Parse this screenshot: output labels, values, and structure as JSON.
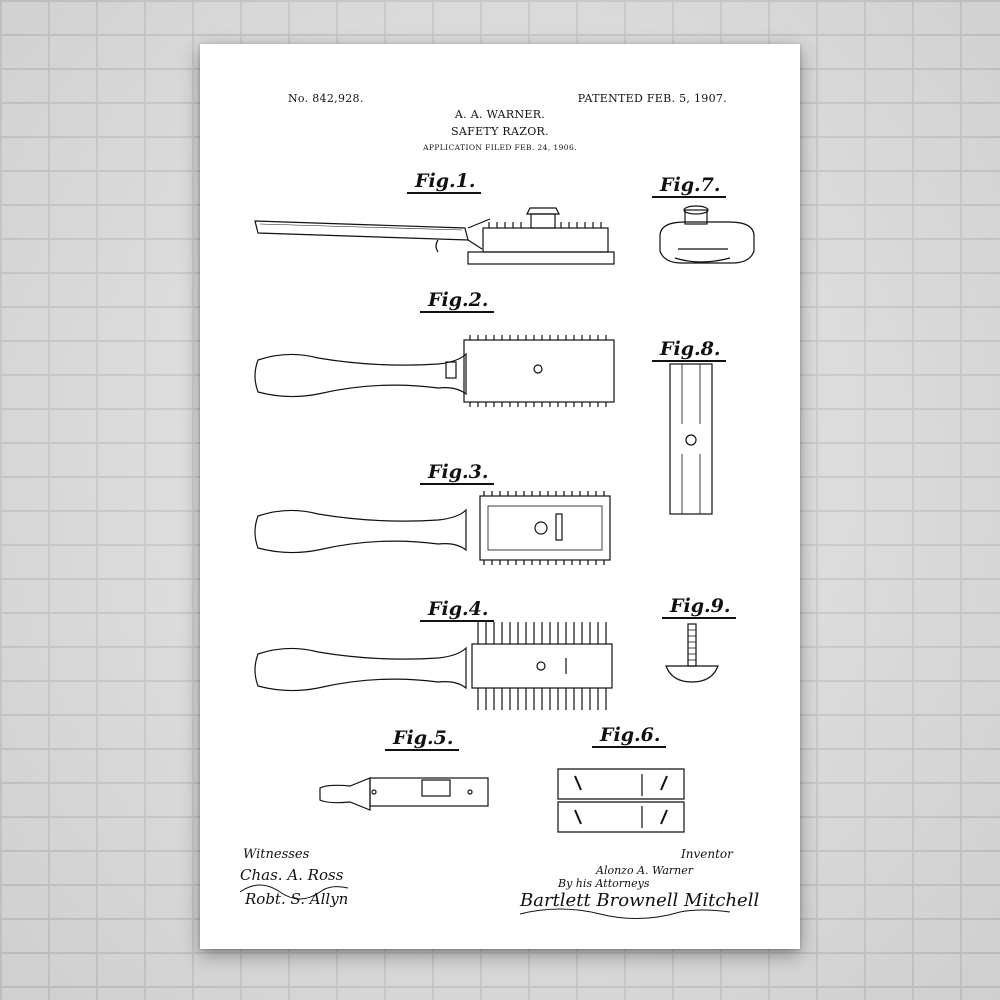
{
  "patent": {
    "number": "No. 842,928.",
    "patented": "PATENTED FEB. 5, 1907.",
    "inventor_header": "A. A. WARNER.",
    "title": "SAFETY RAZOR.",
    "application": "APPLICATION FILED FEB. 24, 1906."
  },
  "figures": {
    "fig1": "Fig.1.",
    "fig2": "Fig.2.",
    "fig3": "Fig.3.",
    "fig4": "Fig.4.",
    "fig5": "Fig.5.",
    "fig6": "Fig.6.",
    "fig7": "Fig.7.",
    "fig8": "Fig.8.",
    "fig9": "Fig.9."
  },
  "signatures": {
    "witnesses_label": "Witnesses",
    "inventor_label": "Inventor",
    "inventor_name": "Alonzo A. Warner",
    "attorneys_label": "By his Attorneys",
    "attorney_signature": "Bartlett Brownell Mitchell",
    "witness_signatures": [
      "Chas. A. Ross",
      "Robt. S. Allyn"
    ]
  },
  "palette": {
    "ink": "#111111",
    "paper": "#ffffff",
    "wall": "#dcdcdc",
    "mortar": "#c6c6c6"
  }
}
